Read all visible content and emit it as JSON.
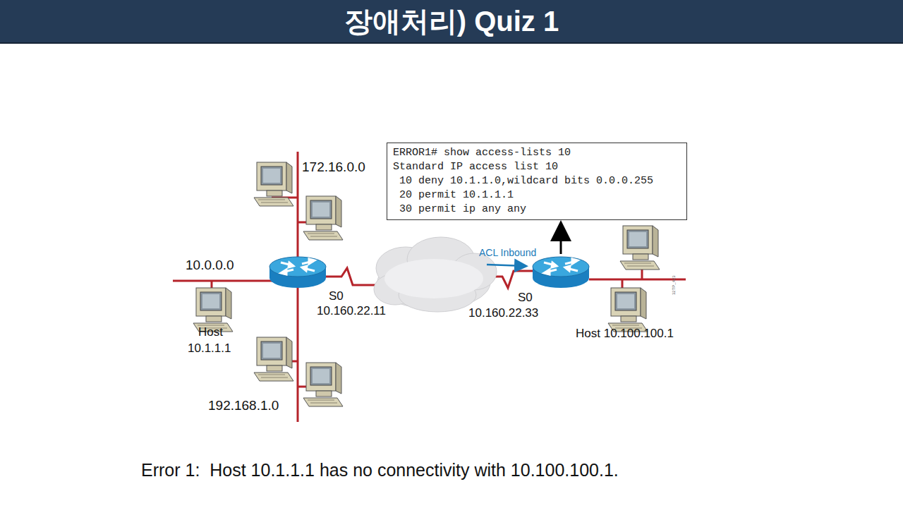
{
  "diagram": {
    "title": "장애처리) Quiz 1",
    "caption": "Error 1:  Host 10.1.1.1 has no connectivity with 10.100.100.1.",
    "nodes": [
      {
        "text": [
          "ERROR1# show access-lists 10",
          "Standard IP access list 10",
          "10 deny 10.1.1.0,wildcard bits 0.0.0.255",
          "20 permit 10.1.1.1",
          "30 permit ip any any"
        ]
      }
    ],
    "labels": [
      "172.16.0.0",
      "10.0.0.0",
      "S0",
      "10.160.22.11",
      "Host",
      "10.1.1.1",
      "192.168.1.0",
      "ACL Inbound",
      "S0",
      "10.160.22.33",
      "Host 10.100.100.1",
      "32TP_423"
    ]
  }
}
